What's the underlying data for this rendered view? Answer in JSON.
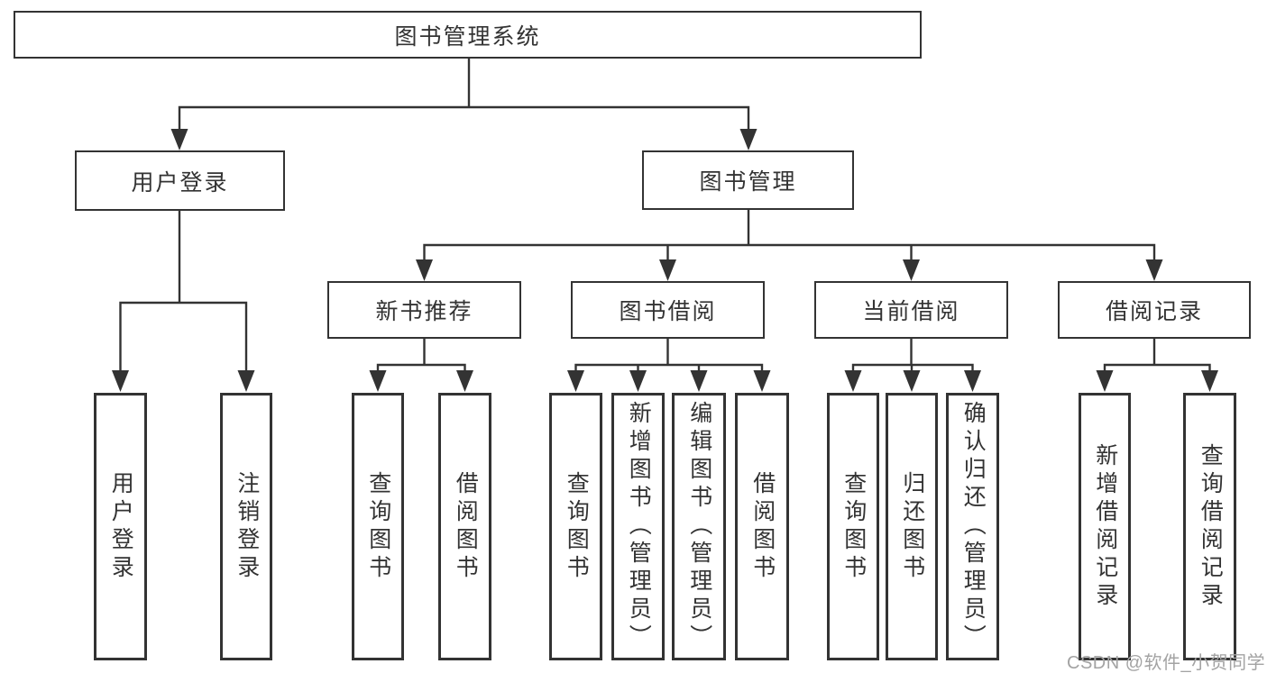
{
  "root": {
    "label": "图书管理系统"
  },
  "level2": [
    {
      "id": "user-login-group",
      "label": "用户登录"
    },
    {
      "id": "book-management",
      "label": "图书管理"
    }
  ],
  "level3": [
    {
      "id": "new-book-recommend",
      "label": "新书推荐",
      "parent": "图书管理"
    },
    {
      "id": "book-borrowing",
      "label": "图书借阅",
      "parent": "图书管理"
    },
    {
      "id": "current-borrowing",
      "label": "当前借阅",
      "parent": "图书管理"
    },
    {
      "id": "borrowing-records",
      "label": "借阅记录",
      "parent": "图书管理"
    }
  ],
  "leaves": [
    {
      "id": "user-login",
      "label": "用户登录",
      "parent": "用户登录"
    },
    {
      "id": "logout",
      "label": "注销登录",
      "parent": "用户登录"
    },
    {
      "id": "nb-query-books",
      "label": "查询图书",
      "parent": "新书推荐"
    },
    {
      "id": "nb-borrow-books",
      "label": "借阅图书",
      "parent": "新书推荐"
    },
    {
      "id": "bb-query-books",
      "label": "查询图书",
      "parent": "图书借阅"
    },
    {
      "id": "bb-add-books-admin",
      "label": "新增图书（管理员）",
      "parent": "图书借阅"
    },
    {
      "id": "bb-edit-books-admin",
      "label": "编辑图书（管理员）",
      "parent": "图书借阅"
    },
    {
      "id": "bb-borrow-books",
      "label": "借阅图书",
      "parent": "图书借阅"
    },
    {
      "id": "cb-query-books",
      "label": "查询图书",
      "parent": "当前借阅"
    },
    {
      "id": "cb-return-books",
      "label": "归还图书",
      "parent": "当前借阅"
    },
    {
      "id": "cb-confirm-return-admin",
      "label": "确认归还（管理员）",
      "parent": "当前借阅"
    },
    {
      "id": "br-add-record",
      "label": "新增借阅记录",
      "parent": "借阅记录"
    },
    {
      "id": "br-query-record",
      "label": "查询借阅记录",
      "parent": "借阅记录"
    }
  ],
  "watermark": "CSDN @软件_小贺同学",
  "colors": {
    "line": "#333333",
    "text": "#333333",
    "watermark": "#a3a3a3",
    "background": "#ffffff"
  }
}
